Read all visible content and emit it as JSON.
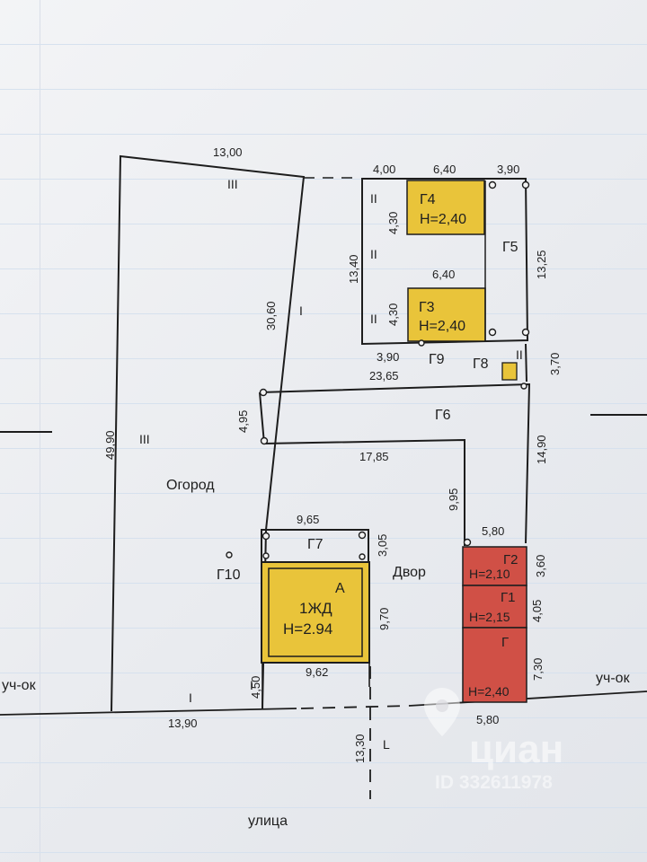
{
  "plot": {
    "dims": {
      "top": "13,00",
      "left_total": "49,90",
      "inner_left": "30,60",
      "street_left": "13,90",
      "street_right": "5,80",
      "setback": "13,30",
      "g4_w_a": "4,00",
      "g4_w_b": "6,40",
      "g4_w_c": "3,90",
      "g4_h": "4,30",
      "block_h": "13,40",
      "block_right_h": "13,25",
      "g3_w": "6,40",
      "g3_h": "4,30",
      "g9_w": "3,90",
      "gap_right": "3,70",
      "yard_top": "23,65",
      "yard_left": "4,95",
      "yard_mid": "17,85",
      "yard_right": "14,90",
      "yard_inner": "9,95",
      "garage_top": "5,80",
      "g2_h": "3,60",
      "g1_h": "4,05",
      "g_h": "7,30",
      "g7_w": "9,65",
      "g7_h": "3,05",
      "house_h": "9,70",
      "house_w": "9,62",
      "front_gap": "4,50"
    },
    "roman": {
      "top": "III",
      "left": "III",
      "inner": "I",
      "street_a": "I",
      "street_b": "I",
      "g4_left": "II",
      "g3_left": "II",
      "block_left": "II",
      "g8_right": "II",
      "setback_mark": "L"
    },
    "labels": {
      "garden": "Огород",
      "yard": "Двор",
      "street": "улица",
      "plot_left": "уч-ок",
      "plot_right": "уч-ок",
      "g4": "Г4",
      "g4_h": "Н=2,40",
      "g3": "Г3",
      "g3_h": "Н=2,40",
      "g5": "Г5",
      "g6": "Г6",
      "g7": "Г7",
      "g8": "Г8",
      "g9": "Г9",
      "g10": "Г10",
      "house_a": "А",
      "house": "1ЖД",
      "house_h": "Н=2.94",
      "g2": "Г2",
      "g2_h": "Н=2,10",
      "g1": "Г1",
      "g1_h": "Н=2,15",
      "g": "Г",
      "g_h": "Н=2,40"
    },
    "watermark": {
      "brand": "циан",
      "id": "ID 332611978"
    },
    "colors": {
      "yellow_fill": "#e9c43a",
      "red_fill": "#d05046",
      "line": "#1d1d1d"
    }
  }
}
